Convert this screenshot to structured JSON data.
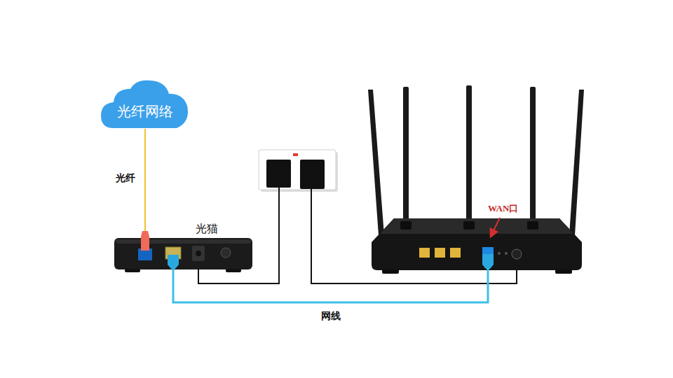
{
  "diagram": {
    "nodes": [
      {
        "text": [
          "光纤网络"
        ]
      },
      {
        "text": [
          "光猫"
        ]
      },
      {
        "text": [
          "WAN口"
        ]
      }
    ],
    "edges": [
      {
        "from": 0,
        "to": 1,
        "label": "光纤",
        "arrow": "none"
      },
      {
        "from": 1,
        "to": 2,
        "label": "网线",
        "arrow": "none"
      }
    ]
  }
}
